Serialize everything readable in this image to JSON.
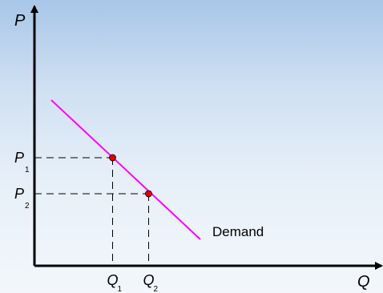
{
  "chart_data": {
    "type": "line",
    "title": "",
    "xlabel": "Q",
    "ylabel": "P",
    "xlim": [
      0,
      10
    ],
    "ylim": [
      0,
      10
    ],
    "grid": false,
    "colors": {
      "demand": "#ff00ff",
      "points": "#e00000",
      "axes": "#000000",
      "guides": "#000000"
    },
    "series": [
      {
        "name": "Demand",
        "x": [
          0.7,
          6.9
        ],
        "y": [
          6.9,
          1.1
        ]
      }
    ],
    "points": [
      {
        "x_label": "Q",
        "x_sub": "1",
        "y_label": "P",
        "y_sub": "1",
        "x": 3.25,
        "y": 4.5
      },
      {
        "x_label": "Q",
        "x_sub": "2",
        "y_label": "P",
        "y_sub": "2",
        "x": 4.75,
        "y": 3.0
      }
    ]
  }
}
